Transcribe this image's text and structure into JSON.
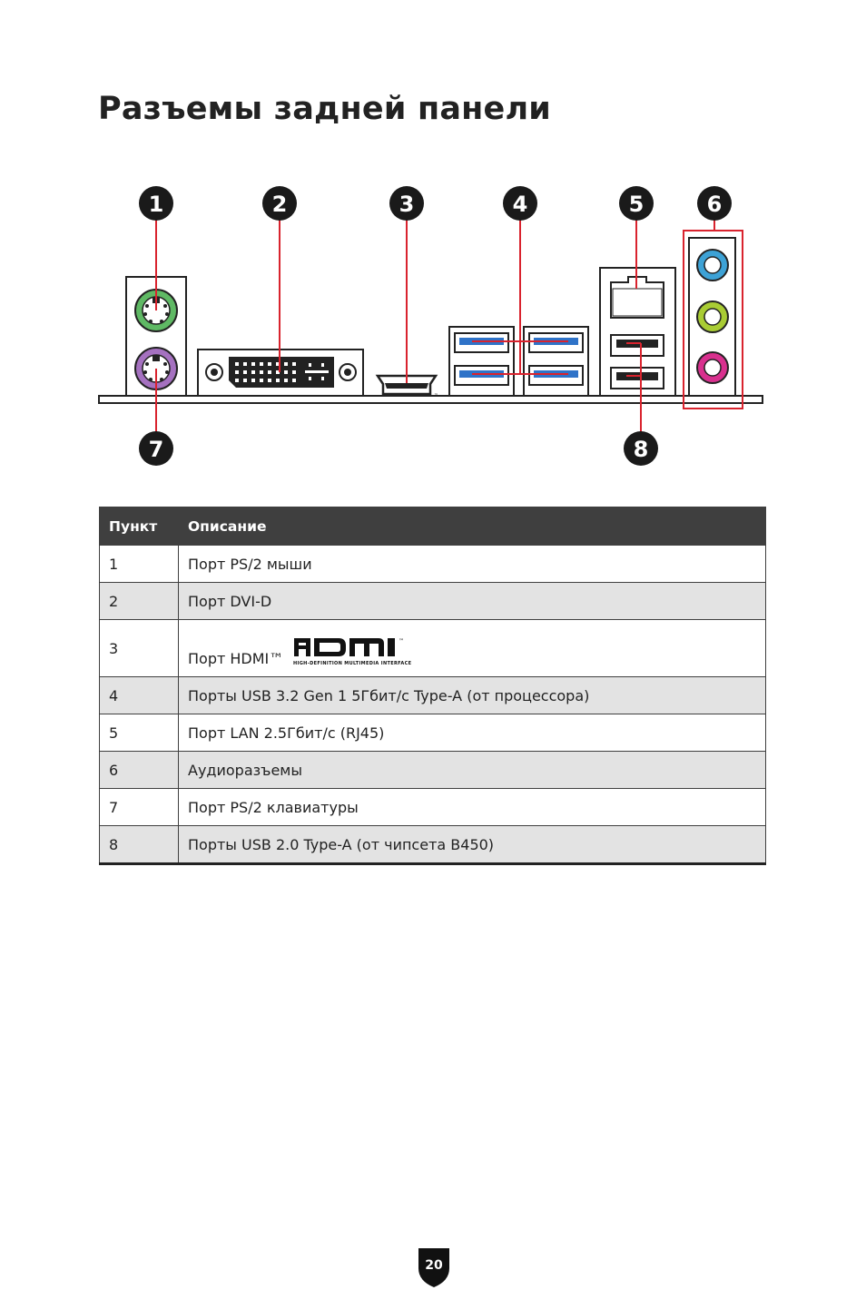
{
  "page": {
    "title": "Разъемы задней панели",
    "page_number": "20"
  },
  "diagram": {
    "callouts": [
      "1",
      "2",
      "3",
      "4",
      "5",
      "6",
      "7",
      "8"
    ],
    "colors": {
      "highlight": "#d9232e",
      "ps2_mouse": "#5fb964",
      "ps2_keyboard": "#a571c0",
      "usb3": "#2f73c8",
      "audio_blue": "#3da2d6",
      "audio_green": "#a9cc34",
      "audio_pink": "#d8308e"
    },
    "hdmi_tm": "™"
  },
  "table": {
    "headers": [
      "Пункт",
      "Описание"
    ],
    "rows": [
      {
        "item": "1",
        "desc": "Порт PS/2 мыши"
      },
      {
        "item": "2",
        "desc": "Порт DVI-D"
      },
      {
        "item": "3",
        "desc": "Порт HDMI™"
      },
      {
        "item": "4",
        "desc": "Порты USB 3.2 Gen 1 5Гбит/с Type-A (от процессора)"
      },
      {
        "item": "5",
        "desc": "Порт LAN 2.5Гбит/с (RJ45)"
      },
      {
        "item": "6",
        "desc": "Аудиоразъемы"
      },
      {
        "item": "7",
        "desc": "Порт PS/2 клавиатуры"
      },
      {
        "item": "8",
        "desc": "Порты USB 2.0 Type-A (от чипсета B450)"
      }
    ],
    "hdmi_logo": {
      "word": "HDMI",
      "tagline": "HIGH-DEFINITION MULTIMEDIA INTERFACE",
      "tm": "™"
    }
  }
}
